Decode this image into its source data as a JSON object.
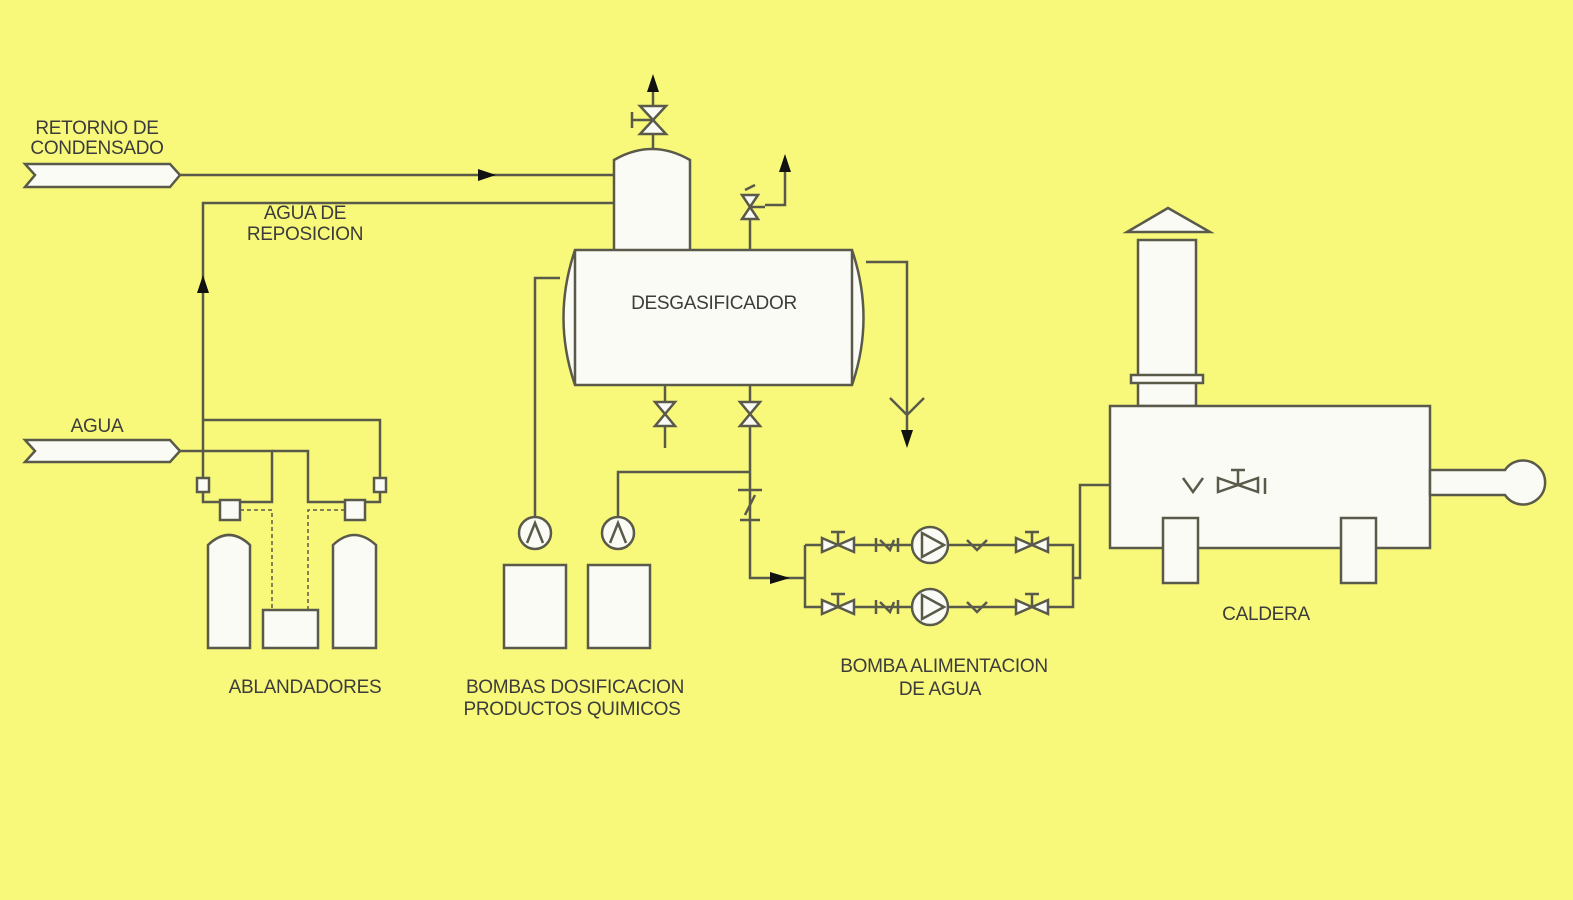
{
  "background_color": "#f8f97a",
  "labels": {
    "condensate_return": [
      "RETORNO DE",
      "CONDENSADO"
    ],
    "makeup_water": [
      "AGUA DE",
      "REPOSICION"
    ],
    "water": "AGUA",
    "deaerator": "DESGASIFICADOR",
    "softeners": "ABLANDADORES",
    "dosing_pumps": [
      "BOMBAS DOSIFICACION",
      "PRODUCTOS QUIMICOS"
    ],
    "feed_pump": [
      "BOMBA ALIMENTACION",
      "DE AGUA"
    ],
    "boiler": "CALDERA"
  }
}
